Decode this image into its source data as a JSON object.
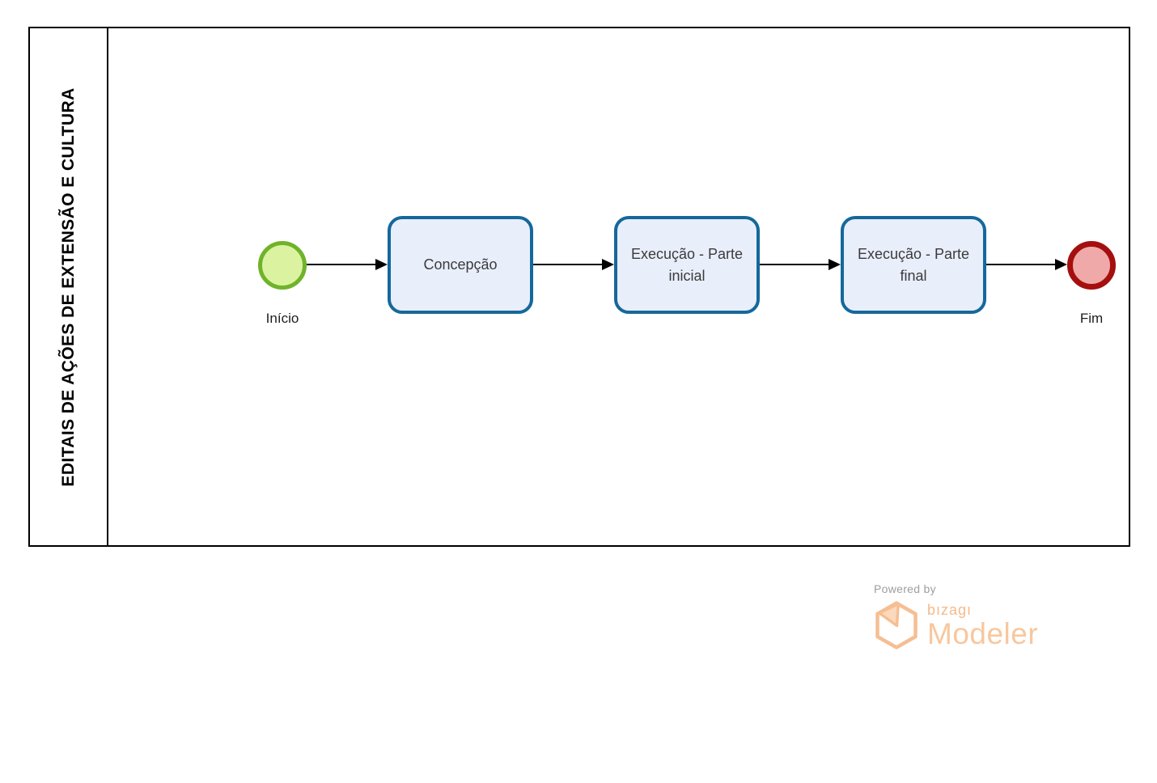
{
  "pool": {
    "lane_label": "EDITAIS DE AÇÕES DE EXTENSÃO E CULTURA"
  },
  "diagram": {
    "start_event": {
      "label": "Início"
    },
    "tasks": [
      {
        "label": "Concepção"
      },
      {
        "label": "Execução - Parte inicial"
      },
      {
        "label": "Execução - Parte final"
      }
    ],
    "end_event": {
      "label": "Fim"
    },
    "flow": [
      "Início",
      "Concepção",
      "Execução - Parte inicial",
      "Execução - Parte final",
      "Fim"
    ]
  },
  "branding": {
    "powered_by": "Powered by",
    "brand": "bızagı",
    "product": "Modeler"
  },
  "colors": {
    "start_event_stroke": "#70B32A",
    "start_event_fill": "#DBF3A1",
    "task_stroke": "#15689B",
    "task_fill": "#E9EEFB",
    "end_event_stroke": "#A60F0F",
    "end_event_fill": "#F0A9A9",
    "connector": "#000000",
    "brand_orange": "#F8C79E",
    "powered_by_gray": "#9E9E9E"
  }
}
